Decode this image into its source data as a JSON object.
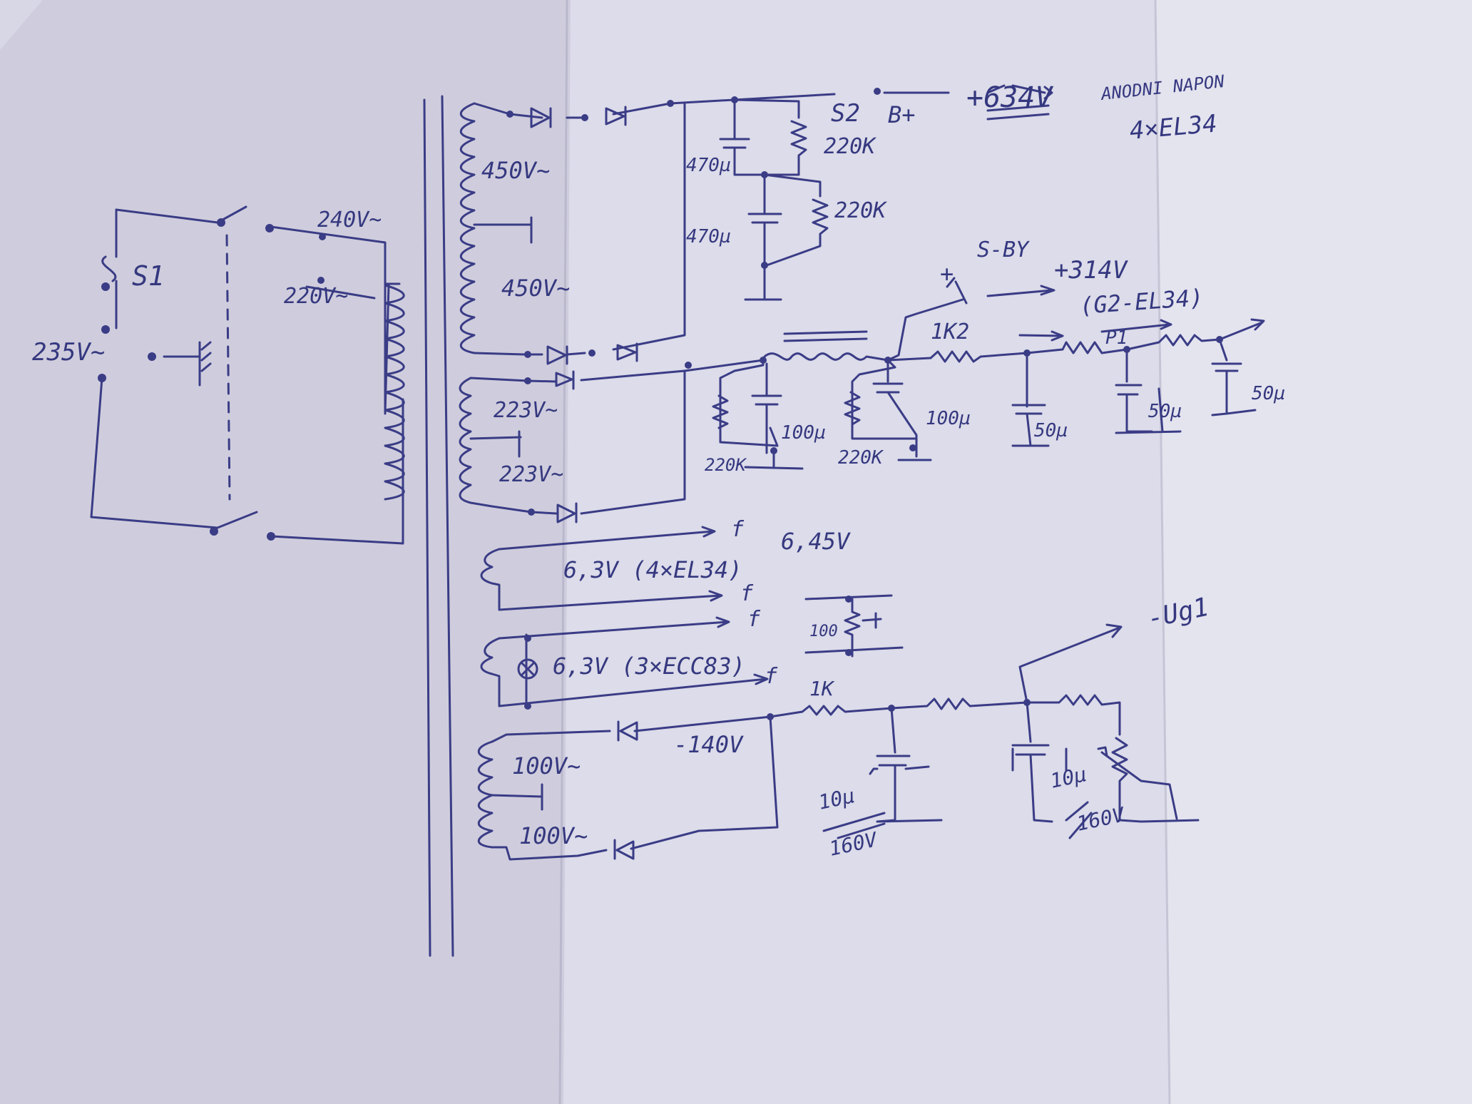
{
  "labels": {
    "s1": "S1",
    "mains": "235V~",
    "tap_240": "240V~",
    "tap_220": "220V~",
    "sec_450a": "450V~",
    "sec_450b": "450V~",
    "cap_470a": "470µ",
    "cap_470b": "470µ",
    "res_220a": "220K",
    "res_220b": "220K",
    "switch_s2": "S2",
    "bplus": "B+",
    "anode_voltage": "+634V",
    "anode_title": "ANODNI NAPON",
    "anode_tubes": "4×EL34",
    "standby": "S-BY",
    "plus_sign": "+",
    "g2_voltage": "+314V",
    "g2_tubes": "(G2-EL34)",
    "res_1k2": "1K2",
    "pot_p1": "P1",
    "sec_223a": "223V~",
    "sec_223b": "223V~",
    "cap_100a": "100µ",
    "cap_100b": "100µ",
    "res_220c": "220K",
    "res_220d": "220K",
    "cap_50a": "50µ",
    "cap_50b": "50µ",
    "cap_50c": "50µ",
    "heater_power": "6,3V (4×EL34)",
    "heater_power_meas": "6,45V",
    "heater_pre": "6,3V (3×ECC83)",
    "f1": "f",
    "f2": "f",
    "f3": "f",
    "f4": "f",
    "hum_pot": "100",
    "bias_out": "-Ug1",
    "res_1k": "1K",
    "bias_volt": "-140V",
    "sec_100a": "100V~",
    "sec_100b": "100V~",
    "cap_10a": "10µ",
    "cap_10a_v": "160V",
    "cap_10b": "10µ",
    "cap_10b_v": "160V"
  }
}
